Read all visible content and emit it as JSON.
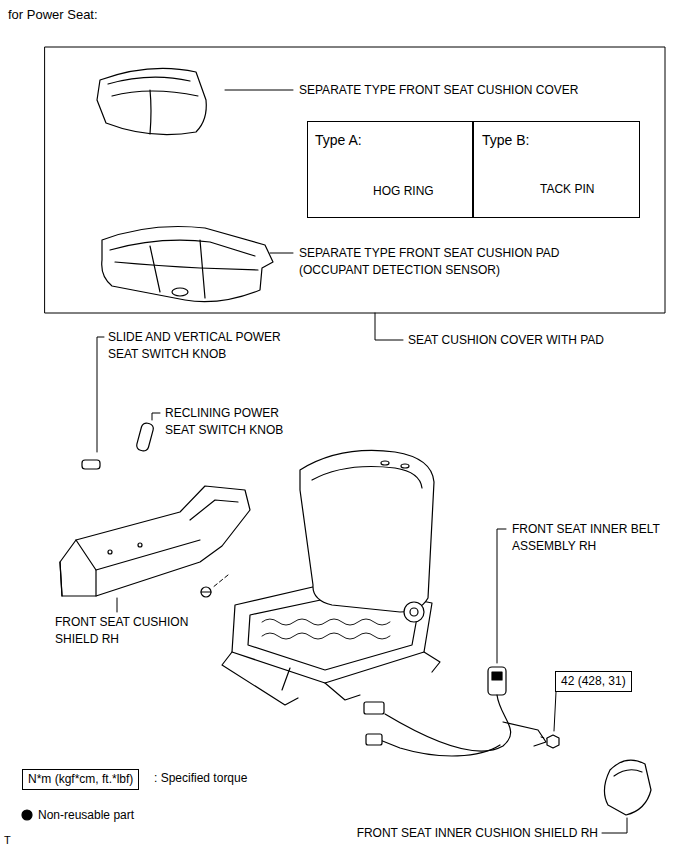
{
  "diagram": {
    "title": "for Power Seat:",
    "nodes": [
      {
        "text": [
          "Type A:",
          "HOG RING"
        ]
      },
      {
        "text": [
          "Type B:",
          "TACK PIN"
        ]
      },
      {
        "text": [
          "42 (428, 31)"
        ]
      },
      {
        "text": [
          "N*m (kgf*cm, ft.*lbf)"
        ]
      }
    ],
    "labels": [
      "SEPARATE TYPE FRONT SEAT CUSHION COVER",
      "SEPARATE TYPE FRONT SEAT CUSHION PAD (OCCUPANT DETECTION SENSOR)",
      "SEAT CUSHION COVER WITH PAD",
      "SLIDE AND VERTICAL POWER SEAT SWITCH KNOB",
      "RECLINING POWER SEAT SWITCH KNOB",
      "FRONT SEAT CUSHION SHIELD RH",
      "FRONT SEAT INNER BELT ASSEMBLY RH",
      "FRONT SEAT INNER CUSHION SHIELD RH",
      "T"
    ],
    "legend": [
      {
        "text": ": Specified torque"
      },
      {
        "text": "Non-reusable part"
      }
    ]
  }
}
